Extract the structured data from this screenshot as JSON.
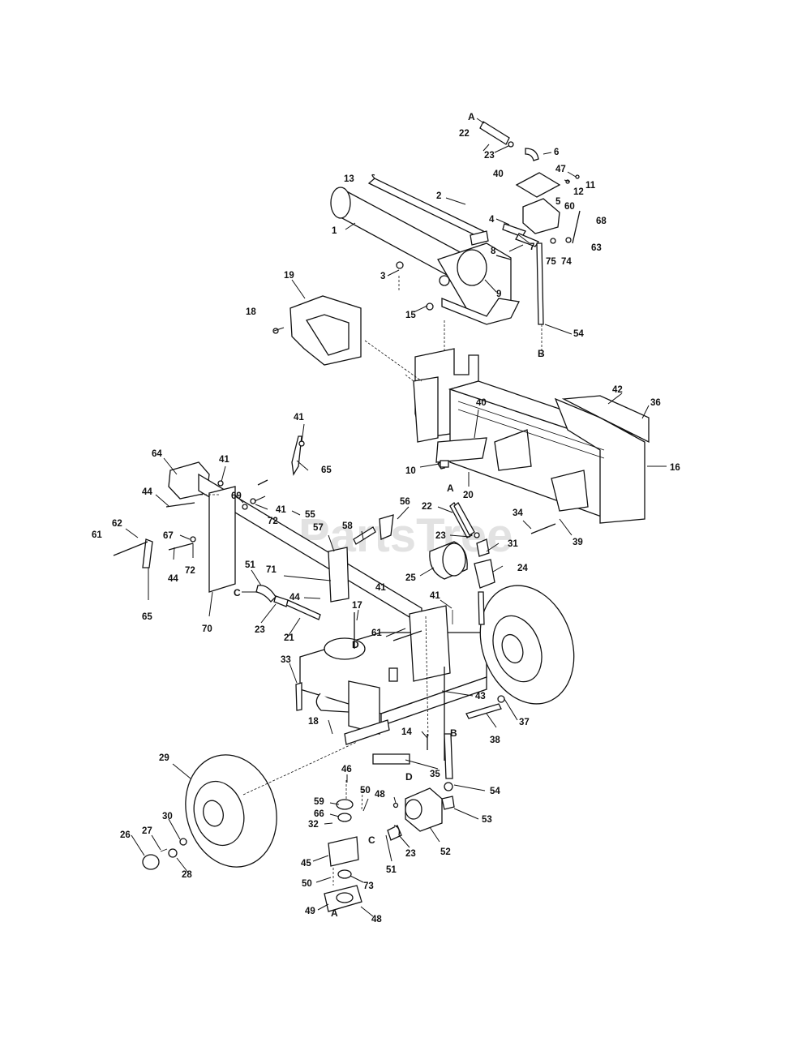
{
  "watermark": "PartsTree",
  "callouts": [
    {
      "id": "c1",
      "text": "1"
    },
    {
      "id": "c2",
      "text": "2"
    },
    {
      "id": "c3",
      "text": "3"
    },
    {
      "id": "c4",
      "text": "4"
    },
    {
      "id": "c5",
      "text": "5"
    },
    {
      "id": "c6",
      "text": "6"
    },
    {
      "id": "c7",
      "text": "7"
    },
    {
      "id": "c8",
      "text": "8"
    },
    {
      "id": "c9",
      "text": "9"
    },
    {
      "id": "c10",
      "text": "10"
    },
    {
      "id": "c11",
      "text": "11"
    },
    {
      "id": "c12",
      "text": "12"
    },
    {
      "id": "c13",
      "text": "13"
    },
    {
      "id": "c14",
      "text": "14"
    },
    {
      "id": "c15",
      "text": "15"
    },
    {
      "id": "c16",
      "text": "16"
    },
    {
      "id": "c17",
      "text": "17"
    },
    {
      "id": "c18a",
      "text": "18"
    },
    {
      "id": "c18b",
      "text": "18"
    },
    {
      "id": "c19",
      "text": "19"
    },
    {
      "id": "c20",
      "text": "20"
    },
    {
      "id": "c21",
      "text": "21"
    },
    {
      "id": "c22a",
      "text": "22"
    },
    {
      "id": "c22b",
      "text": "22"
    },
    {
      "id": "c23a",
      "text": "23"
    },
    {
      "id": "c23b",
      "text": "23"
    },
    {
      "id": "c23c",
      "text": "23"
    },
    {
      "id": "c23d",
      "text": "23"
    },
    {
      "id": "c24",
      "text": "24"
    },
    {
      "id": "c25",
      "text": "25"
    },
    {
      "id": "c26",
      "text": "26"
    },
    {
      "id": "c27",
      "text": "27"
    },
    {
      "id": "c28",
      "text": "28"
    },
    {
      "id": "c29",
      "text": "29"
    },
    {
      "id": "c30",
      "text": "30"
    },
    {
      "id": "c31",
      "text": "31"
    },
    {
      "id": "c32",
      "text": "32"
    },
    {
      "id": "c33",
      "text": "33"
    },
    {
      "id": "c34",
      "text": "34"
    },
    {
      "id": "c35",
      "text": "35"
    },
    {
      "id": "c36",
      "text": "36"
    },
    {
      "id": "c37",
      "text": "37"
    },
    {
      "id": "c38",
      "text": "38"
    },
    {
      "id": "c39",
      "text": "39"
    },
    {
      "id": "c40a",
      "text": "40"
    },
    {
      "id": "c40b",
      "text": "40"
    },
    {
      "id": "c41a",
      "text": "41"
    },
    {
      "id": "c41b",
      "text": "41"
    },
    {
      "id": "c41c",
      "text": "41"
    },
    {
      "id": "c41d",
      "text": "41"
    },
    {
      "id": "c41e",
      "text": "41"
    },
    {
      "id": "c42",
      "text": "42"
    },
    {
      "id": "c43",
      "text": "43"
    },
    {
      "id": "c44a",
      "text": "44"
    },
    {
      "id": "c44b",
      "text": "44"
    },
    {
      "id": "c44c",
      "text": "44"
    },
    {
      "id": "c45",
      "text": "45"
    },
    {
      "id": "c46",
      "text": "46"
    },
    {
      "id": "c47",
      "text": "47"
    },
    {
      "id": "c48a",
      "text": "48"
    },
    {
      "id": "c48b",
      "text": "48"
    },
    {
      "id": "c49",
      "text": "49"
    },
    {
      "id": "c50a",
      "text": "50"
    },
    {
      "id": "c50b",
      "text": "50"
    },
    {
      "id": "c51a",
      "text": "51"
    },
    {
      "id": "c51b",
      "text": "51"
    },
    {
      "id": "c52",
      "text": "52"
    },
    {
      "id": "c53",
      "text": "53"
    },
    {
      "id": "c54a",
      "text": "54"
    },
    {
      "id": "c54b",
      "text": "54"
    },
    {
      "id": "c55",
      "text": "55"
    },
    {
      "id": "c56",
      "text": "56"
    },
    {
      "id": "c57",
      "text": "57"
    },
    {
      "id": "c58",
      "text": "58"
    },
    {
      "id": "c59",
      "text": "59"
    },
    {
      "id": "c60",
      "text": "60"
    },
    {
      "id": "c61a",
      "text": "61"
    },
    {
      "id": "c61b",
      "text": "61"
    },
    {
      "id": "c62",
      "text": "62"
    },
    {
      "id": "c63",
      "text": "63"
    },
    {
      "id": "c64",
      "text": "64"
    },
    {
      "id": "c65a",
      "text": "65"
    },
    {
      "id": "c65b",
      "text": "65"
    },
    {
      "id": "c66",
      "text": "66"
    },
    {
      "id": "c67",
      "text": "67"
    },
    {
      "id": "c68",
      "text": "68"
    },
    {
      "id": "c69",
      "text": "69"
    },
    {
      "id": "c70",
      "text": "70"
    },
    {
      "id": "c71",
      "text": "71"
    },
    {
      "id": "c72a",
      "text": "72"
    },
    {
      "id": "c72b",
      "text": "72"
    },
    {
      "id": "c73",
      "text": "73"
    },
    {
      "id": "c74",
      "text": "74"
    },
    {
      "id": "c75",
      "text": "75"
    }
  ],
  "connection_letters": [
    {
      "id": "lA1",
      "text": "A"
    },
    {
      "id": "lA2",
      "text": "A"
    },
    {
      "id": "lA3",
      "text": "A"
    },
    {
      "id": "lB1",
      "text": "B"
    },
    {
      "id": "lB2",
      "text": "B"
    },
    {
      "id": "lC1",
      "text": "C"
    },
    {
      "id": "lC2",
      "text": "C"
    },
    {
      "id": "lD1",
      "text": "D"
    },
    {
      "id": "lD2",
      "text": "D"
    }
  ]
}
